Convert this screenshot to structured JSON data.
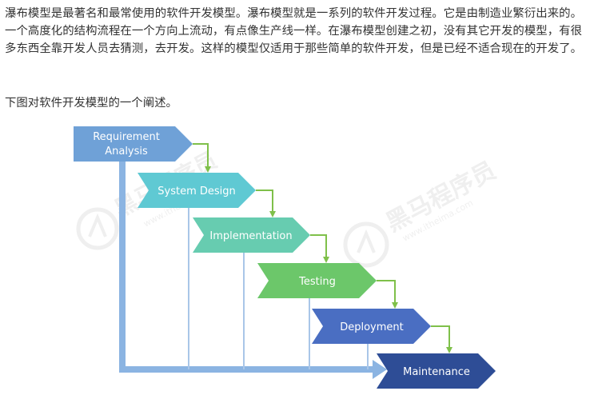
{
  "article": {
    "paragraph": "瀑布模型是最著名和最常使用的软件开发模型。瀑布模型就是一系列的软件开发过程。它是由制造业繁衍出来的。一个高度化的结构流程在一个方向上流动，有点像生产线一样。在瀑布模型创建之初，没有其它开发的模型，有很多东西全靠开发人员去猜测，去开发。这样的模型仅适用于那些简单的软件开发，但是已经不适合现在的开发了。",
    "caption": "下图对软件开发模型的一个阐述。"
  },
  "diagram": {
    "stages": [
      {
        "line1": "Requirement",
        "line2": "Analysis",
        "color": "#6fa1d7"
      },
      {
        "line1": "System Design",
        "line2": "",
        "color": "#5fc9d3"
      },
      {
        "line1": "Implementation",
        "line2": "",
        "color": "#67ccb0"
      },
      {
        "line1": "Testing",
        "line2": "",
        "color": "#6cc76a"
      },
      {
        "line1": "Deployment",
        "line2": "",
        "color": "#4a6ec2"
      },
      {
        "line1": "Maintenance",
        "line2": "",
        "color": "#2e4d96"
      }
    ],
    "flow_arrow_color": "#7fc04a",
    "main_arrow_color": "#8bb4e2"
  },
  "watermark": {
    "brand": "黑马程序员",
    "url": "www.itheima.com",
    "tm": "TM"
  }
}
